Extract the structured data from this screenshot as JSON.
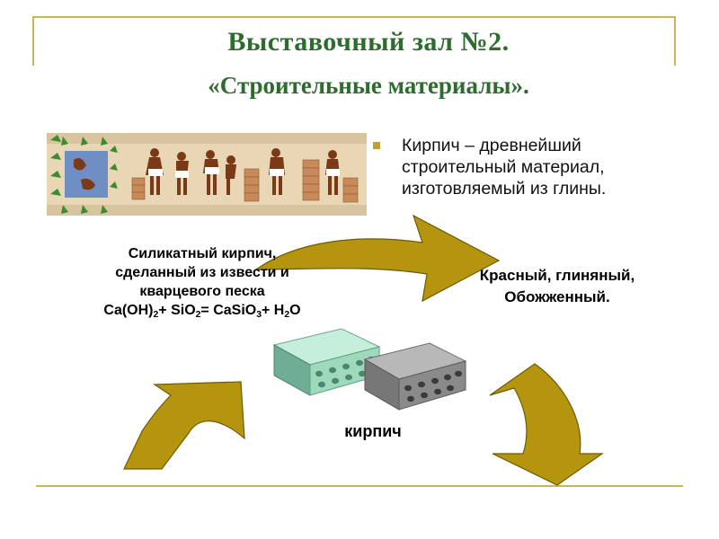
{
  "slide": {
    "title": "Выставочный зал №2.",
    "subtitle": "«Строительные материалы»."
  },
  "bullet": {
    "text": "Кирпич – древнейший строительный материал, изготовляемый из глины."
  },
  "silicate_brick": {
    "line1": "Силикатный кирпич,",
    "line2": "сделанный из извести и",
    "line3": "кварцевого песка",
    "formula": {
      "t1": "Ca(OH)",
      "s1": "2",
      "t2": "+ SiO",
      "s2": "2",
      "t3": "= CaSiO",
      "s3": "3",
      "t4": "+ H",
      "s4": "2",
      "t5": "O"
    }
  },
  "red_brick": {
    "line1": "Красный, глиняный,",
    "line2": "Обожженный."
  },
  "center_label": "кирпич",
  "colors": {
    "title": "#2e6b2e",
    "arrow": "#b5950e",
    "frame": "#c8b45a",
    "bullet": "#c0a030",
    "silicate_brick": "#9fd9bb",
    "grey_brick": "#8a8a8a"
  }
}
